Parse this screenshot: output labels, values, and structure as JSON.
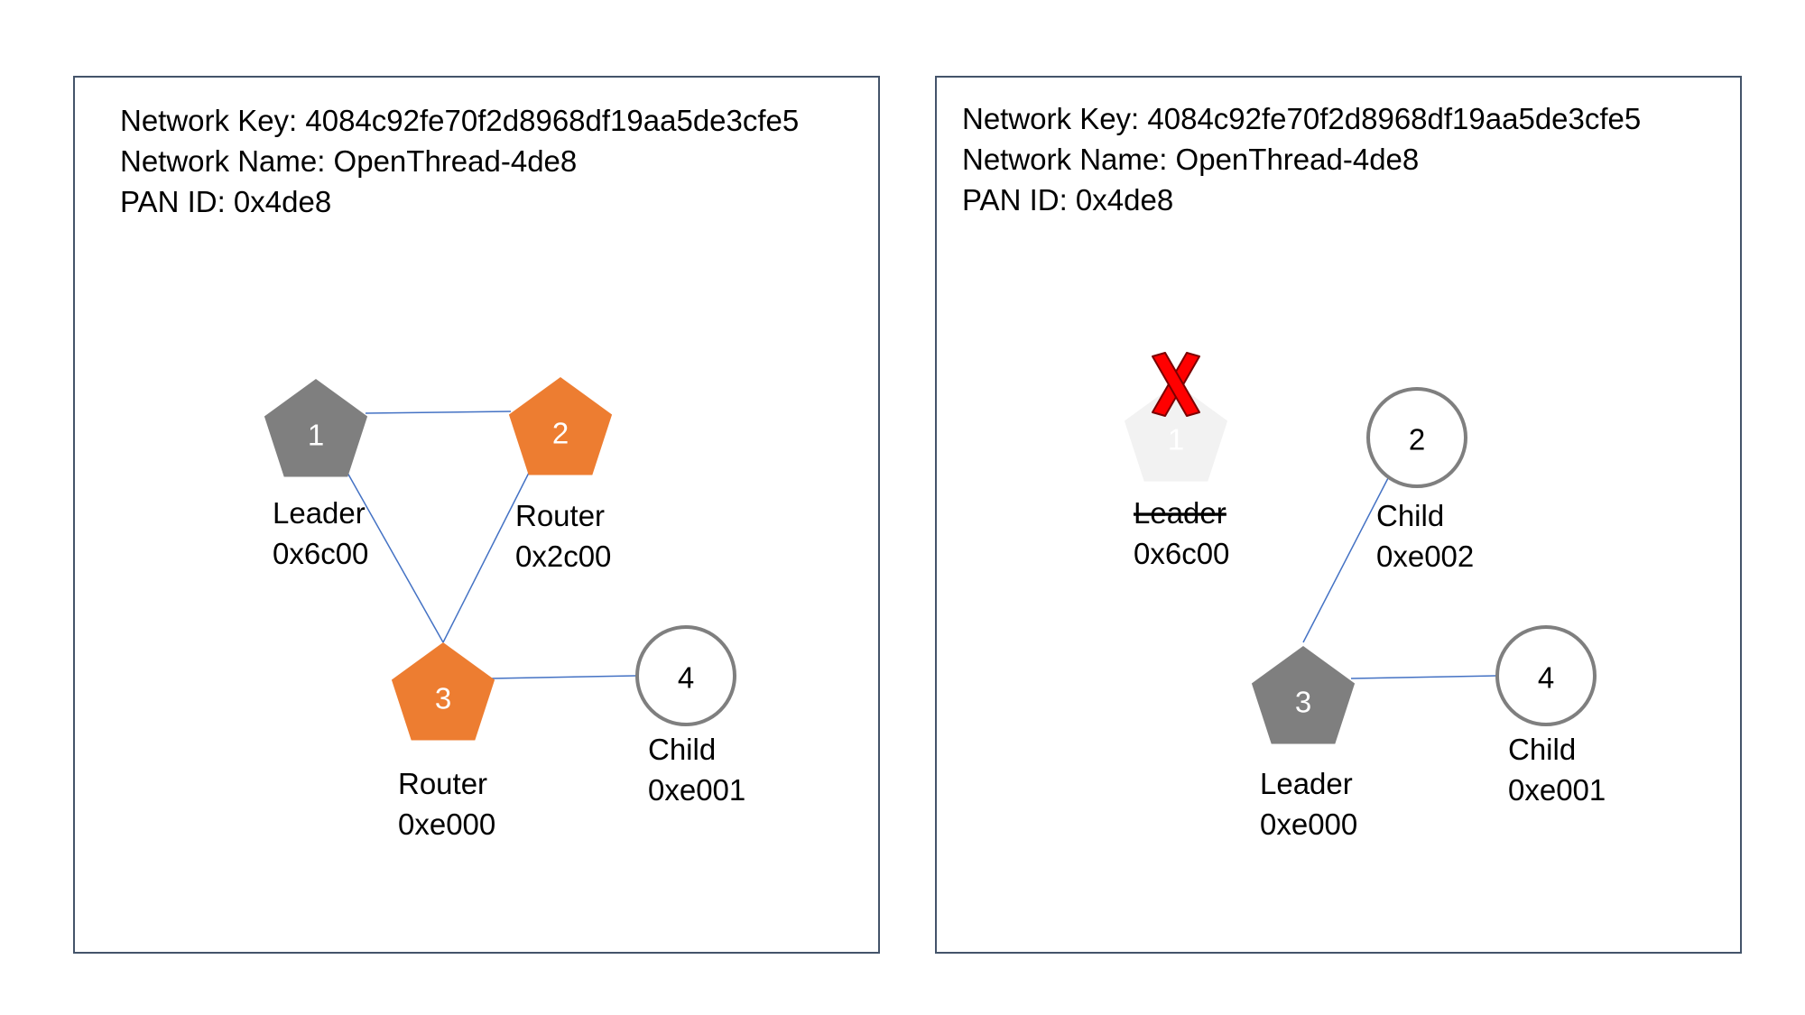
{
  "colors": {
    "router": "#ed7d31",
    "leader": "#7f7f7f",
    "faded": "#f2f2f2",
    "child_border": "#7f7f7f",
    "link": "#4472c4",
    "frame": "#44546a",
    "x_mark": "#ff0000"
  },
  "panels": [
    {
      "network_key": "Network Key: 4084c92fe70f2d8968df19aa5de3cfe5",
      "network_name": "Network Name: OpenThread-4de8",
      "pan_id": "PAN ID: 0x4de8",
      "nodes": [
        {
          "id": "1",
          "shape": "pentagon",
          "role": "leader",
          "label_lines": [
            "Leader",
            "0x6c00"
          ]
        },
        {
          "id": "2",
          "shape": "pentagon",
          "role": "router",
          "label_lines": [
            "Router",
            "0x2c00"
          ]
        },
        {
          "id": "3",
          "shape": "pentagon",
          "role": "router",
          "label_lines": [
            "Router",
            "0xe000"
          ]
        },
        {
          "id": "4",
          "shape": "circle",
          "role": "child",
          "label_lines": [
            "Child",
            "0xe001"
          ]
        }
      ],
      "links": [
        [
          "1",
          "2"
        ],
        [
          "1",
          "3"
        ],
        [
          "2",
          "3"
        ],
        [
          "3",
          "4"
        ]
      ]
    },
    {
      "network_key": "Network Key: 4084c92fe70f2d8968df19aa5de3cfe5",
      "network_name": "Network Name: OpenThread-4de8",
      "pan_id": "PAN ID: 0x4de8",
      "nodes": [
        {
          "id": "1",
          "shape": "pentagon",
          "role": "failed",
          "label_lines": [
            "Leader",
            "0x6c00"
          ],
          "strikethrough_first_line": true,
          "x_icon": "x-mark-icon"
        },
        {
          "id": "2",
          "shape": "circle",
          "role": "child",
          "label_lines": [
            "Child",
            "0xe002"
          ]
        },
        {
          "id": "3",
          "shape": "pentagon",
          "role": "leader",
          "label_lines": [
            "Leader",
            "0xe000"
          ]
        },
        {
          "id": "4",
          "shape": "circle",
          "role": "child",
          "label_lines": [
            "Child",
            "0xe001"
          ]
        }
      ],
      "links": [
        [
          "2",
          "3"
        ],
        [
          "3",
          "4"
        ]
      ]
    }
  ]
}
